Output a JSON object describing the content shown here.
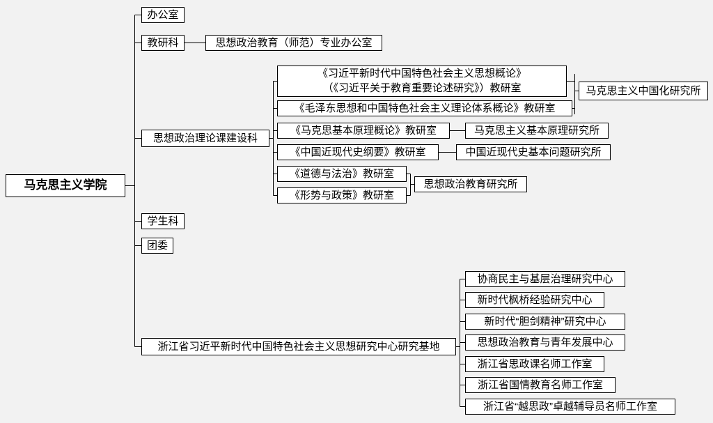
{
  "colors": {
    "background": "#f2f2f2",
    "box_fill": "#ffffff",
    "box_border": "#000000",
    "line": "#000000",
    "text": "#000000"
  },
  "nodes": {
    "root": "马克思主义学院",
    "office": "办公室",
    "teaching_research_section": "教研科",
    "normal_major_office": "思想政治教育（师范）专业办公室",
    "course_construction_section": "思想政治理论课建设科",
    "xi_thought_room_line1": "《习近平新时代中国特色社会主义思想概论》",
    "xi_thought_room_line2": "（《习近平关于教育重要论述研究》）教研室",
    "mao_thought_room": "《毛泽东思想和中国特色社会主义理论体系概论》教研室",
    "marx_principles_room": "《马克思基本原理概论》教研室",
    "modern_history_room": "《中国近现代史纲要》教研室",
    "morality_law_room": "《道德与法治》教研室",
    "situation_policy_room": "《形势与政策》教研室",
    "sinicization_institute": "马克思主义中国化研究所",
    "basic_principles_institute": "马克思主义基本原理研究所",
    "modern_history_institute": "中国近现代史基本问题研究所",
    "ideological_education_institute": "思想政治教育研究所",
    "student_section": "学生科",
    "youth_league_committee": "团委",
    "research_base": "浙江省习近平新时代中国特色社会主义思想研究中心研究基地",
    "center_consultative_democracy": "协商民主与基层治理研究中心",
    "center_fengqiao_experience": "新时代枫桥经验研究中心",
    "center_danjian_spirit": "新时代“胆剑精神”研究中心",
    "center_youth_development": "思想政治教育与青年发展中心",
    "workshop_sizheng_course": "浙江省思政课名师工作室",
    "workshop_national_conditions": "浙江省国情教育名师工作室",
    "workshop_yuesizheng": "浙江省“越思政”卓越辅导员名师工作室"
  }
}
